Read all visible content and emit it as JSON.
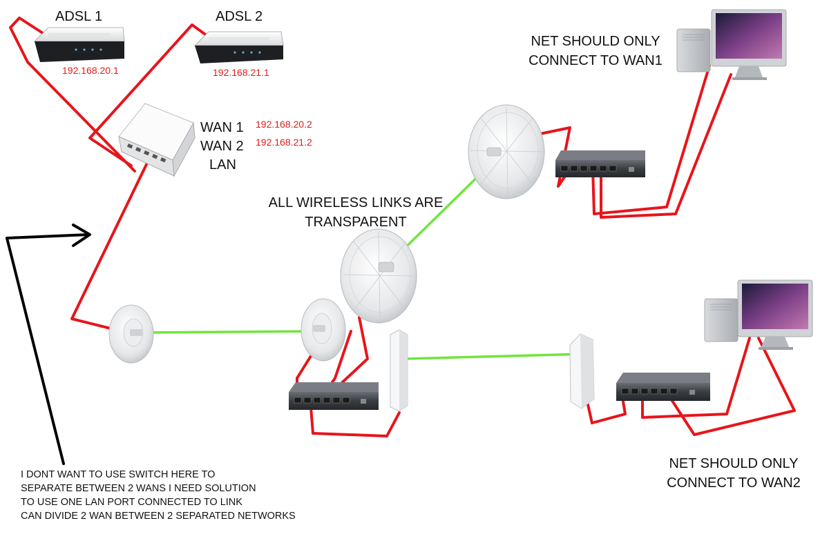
{
  "labels": {
    "adsl1": "ADSL 1",
    "adsl2": "ADSL 2",
    "wan1": "WAN 1",
    "wan2": "WAN 2",
    "lan": "LAN",
    "wireless_line1": "ALL WIRELESS LINKS ARE",
    "wireless_line2": "TRANSPARENT",
    "net1_line1": "NET SHOULD ONLY",
    "net1_line2": "CONNECT TO WAN1",
    "net2_line1": "NET SHOULD ONLY",
    "net2_line2": "CONNECT TO WAN2"
  },
  "ips": {
    "adsl1": "192.168.20.1",
    "adsl2": "192.168.21.1",
    "wan1": "192.168.20.2",
    "wan2": "192.168.21.2"
  },
  "note": {
    "lines": [
      "I DONT WANT TO USE SWITCH HERE TO",
      "SEPARATE BETWEEN 2 WANS I NEED SOLUTION",
      "TO USE ONE LAN PORT CONNECTED TO LINK",
      "CAN DIVIDE 2 WAN BETWEEN 2 SEPARATED NETWORKS"
    ]
  },
  "colors": {
    "cable": "#e8141a",
    "wireless": "#6ee63c",
    "arrow": "#000000",
    "ip_text": "#e01b1b",
    "device_light": "#f2f2f2",
    "switch_dark": "#3c3f44"
  }
}
